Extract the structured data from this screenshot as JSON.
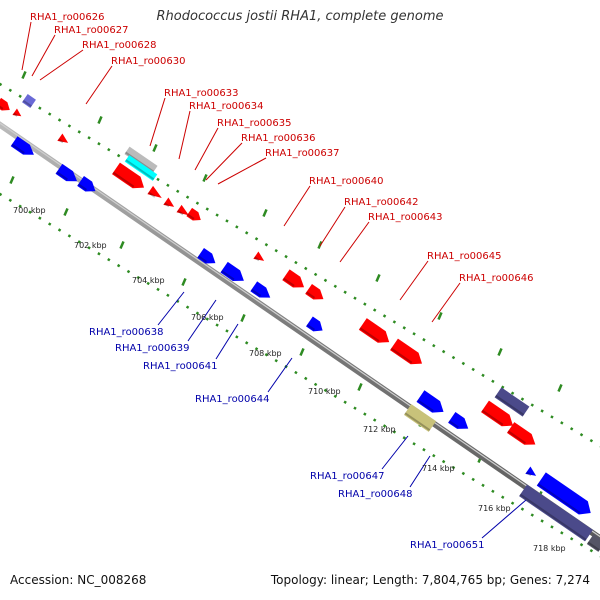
{
  "title": "Rhodococcus jostii RHA1, complete genome",
  "footer": {
    "accession": "Accession: NC_008268",
    "summary": "Topology: linear; Length: 7,804,765 bp; Genes: 7,274"
  },
  "colors": {
    "forward_gene": "#ff0000",
    "reverse_gene": "#0000ff",
    "backbone": "#888888",
    "tick": "#2e8b22",
    "label_forward": "#cc0000",
    "label_reverse": "#0000aa",
    "other_feature_dark": "#4b4a8a",
    "other_feature_olive": "#c8c27a",
    "other_feature_cyan": "#00ffff",
    "other_feature_grey": "#bbbbbb"
  },
  "scale_labels": [
    "700 kbp",
    "702 kbp",
    "704 kbp",
    "706 kbp",
    "708 kbp",
    "710 kbp",
    "712 kbp",
    "714 kbp",
    "716 kbp",
    "718 kbp"
  ],
  "forward_labels": [
    "RHA1_ro00626",
    "RHA1_ro00627",
    "RHA1_ro00628",
    "RHA1_ro00630",
    "RHA1_ro00633",
    "RHA1_ro00634",
    "RHA1_ro00635",
    "RHA1_ro00636",
    "RHA1_ro00637",
    "RHA1_ro00640",
    "RHA1_ro00642",
    "RHA1_ro00643",
    "RHA1_ro00645",
    "RHA1_ro00646"
  ],
  "reverse_labels": [
    "RHA1_ro00638",
    "RHA1_ro00639",
    "RHA1_ro00641",
    "RHA1_ro00644",
    "RHA1_ro00647",
    "RHA1_ro00648",
    "RHA1_ro00651"
  ]
}
